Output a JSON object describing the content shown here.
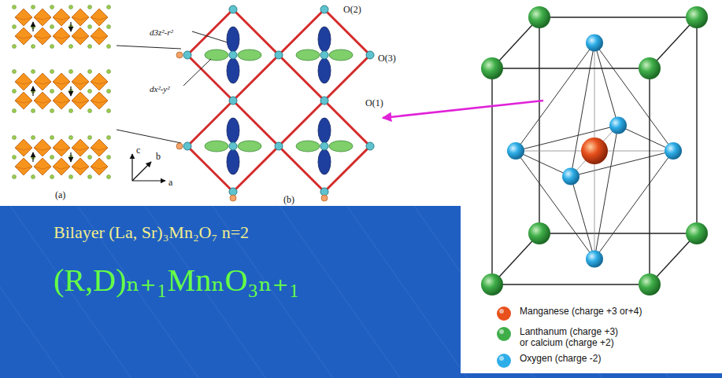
{
  "diagram": {
    "labels": [
      "(a)",
      "c",
      "b",
      "a",
      "d3z²-r²",
      "dx²-y²",
      "O(2)",
      "O(3)",
      "O(1)",
      "(b)",
      "Bilayer (La, Sr)₃Mn₂O₇ n=2",
      "(R,D)ₙ₊₁MnₙO₃ₙ₊₁"
    ],
    "legend": [
      {
        "text": "Manganese (charge +3 or+4)",
        "color": "#e8501c"
      },
      {
        "text": "Lanthanum (charge +3) or calcium (charge +2)",
        "color": "#3fae49"
      },
      {
        "text": "Oxygen (charge -2)",
        "color": "#2eaee8"
      }
    ]
  }
}
